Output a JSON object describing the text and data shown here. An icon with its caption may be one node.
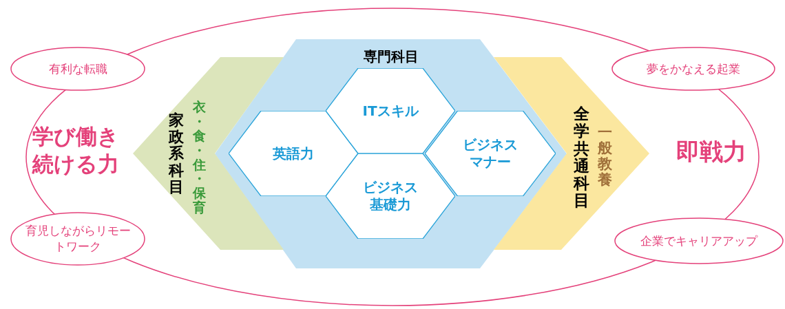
{
  "diagram": {
    "nodes": [
      {
        "text": [
          "有利な転職"
        ]
      },
      {
        "text": [
          "育児しながらリモートワーク"
        ]
      },
      {
        "text": [
          "夢をかなえる起業"
        ]
      },
      {
        "text": [
          "企業でキャリアアップ"
        ]
      },
      {
        "text": [
          "家政系科目",
          "衣・食・住・保育"
        ]
      },
      {
        "text": [
          "専門科目"
        ]
      },
      {
        "text": [
          "英語力"
        ],
        "in": 5
      },
      {
        "text": [
          "ITスキル"
        ],
        "in": 5
      },
      {
        "text": [
          "ビジネスマナー"
        ],
        "in": 5
      },
      {
        "text": [
          "ビジネス基礎力"
        ],
        "in": 5
      },
      {
        "text": [
          "全学共通科目",
          "一般教養"
        ]
      }
    ],
    "labels": [
      "学び働き続ける力",
      "即戦力"
    ]
  }
}
